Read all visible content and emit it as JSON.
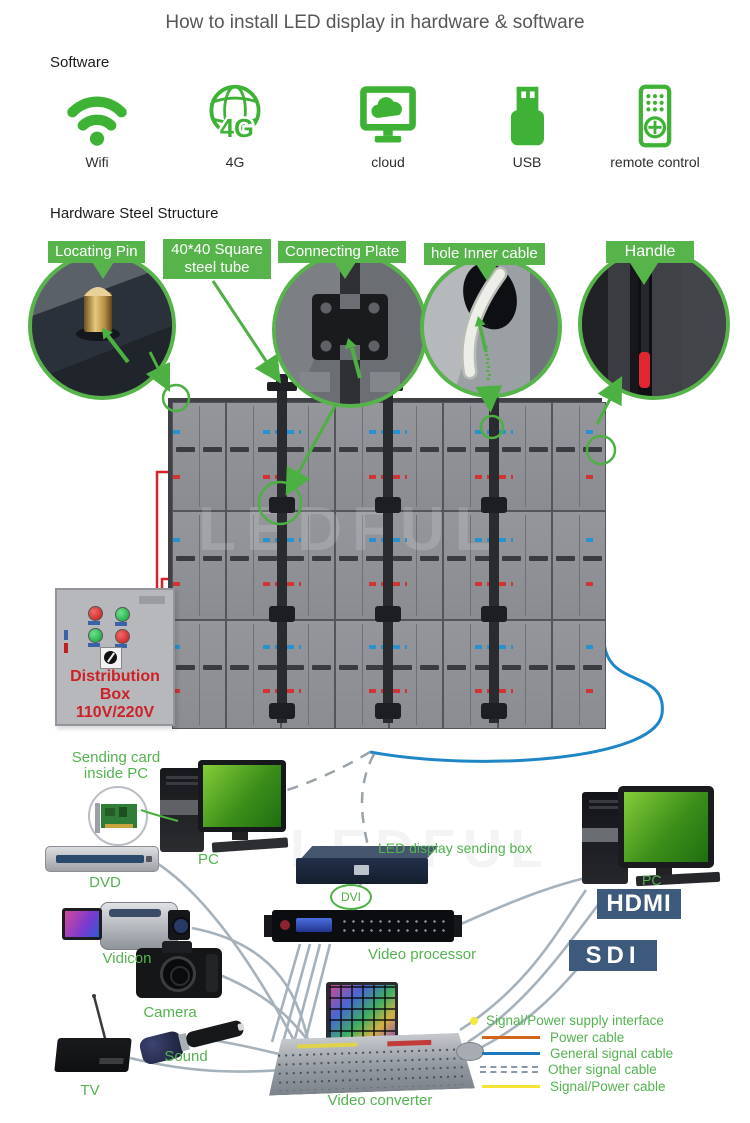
{
  "title": "How to install LED display in hardware & software",
  "software": {
    "heading": "Software",
    "items": [
      {
        "label": "Wifi",
        "icon": "wifi-icon"
      },
      {
        "label": "4G",
        "icon": "4g-globe-icon"
      },
      {
        "label": "cloud",
        "icon": "cloud-monitor-icon"
      },
      {
        "label": "USB",
        "icon": "usb-icon"
      },
      {
        "label": "remote control",
        "icon": "remote-control-icon"
      }
    ]
  },
  "hardware": {
    "heading": "Hardware Steel Structure",
    "callouts": [
      {
        "label": "Locating Pin"
      },
      {
        "label": "40*40 Square steel tube"
      },
      {
        "label": "Connecting Plate"
      },
      {
        "label": "hole Inner cable"
      },
      {
        "label": "Handle"
      }
    ]
  },
  "distribution_box": {
    "line1": "Distribution",
    "line2": "Box",
    "line3": "110V/220V"
  },
  "diagram": {
    "sending_card_label": "Sending card inside PC",
    "pc_left_label": "PC",
    "dvd_label": "DVD",
    "vidicon_label": "Vidicon",
    "camera_label": "Camera",
    "sound_label": "Sound",
    "tv_label": "TV",
    "sending_box_label": "LED display sending box",
    "dvi_label": "DVI",
    "video_processor_label": "Video processor",
    "video_converter_label": "Video converter",
    "pc_right_label": "PC",
    "hdmi_label": "HDMI",
    "sdi_label": "SDI",
    "watermark": "LEDFUL"
  },
  "legend": {
    "items": [
      {
        "label": "Signal/Power supply interface",
        "swatch": "dot",
        "color": "#f2ea3e"
      },
      {
        "label": "Power cable",
        "swatch": "line",
        "color": "#d2641e"
      },
      {
        "label": "General signal cable",
        "swatch": "line",
        "color": "#1e78be"
      },
      {
        "label": "Other signal cable",
        "swatch": "double-dash",
        "color": "#8b98a6"
      },
      {
        "label": "Signal/Power cable",
        "swatch": "line",
        "color": "#f5e636"
      }
    ]
  },
  "colors": {
    "accent_green": "#4db043",
    "callout_green_bg": "#56b44b",
    "text_green": "#53b34f",
    "hdmi_sdi_bg": "#3d5a7c",
    "power_cable_red": "#d6232a",
    "signal_cable_blue": "#1e86c7",
    "distribution_text_red": "#cd2127"
  }
}
